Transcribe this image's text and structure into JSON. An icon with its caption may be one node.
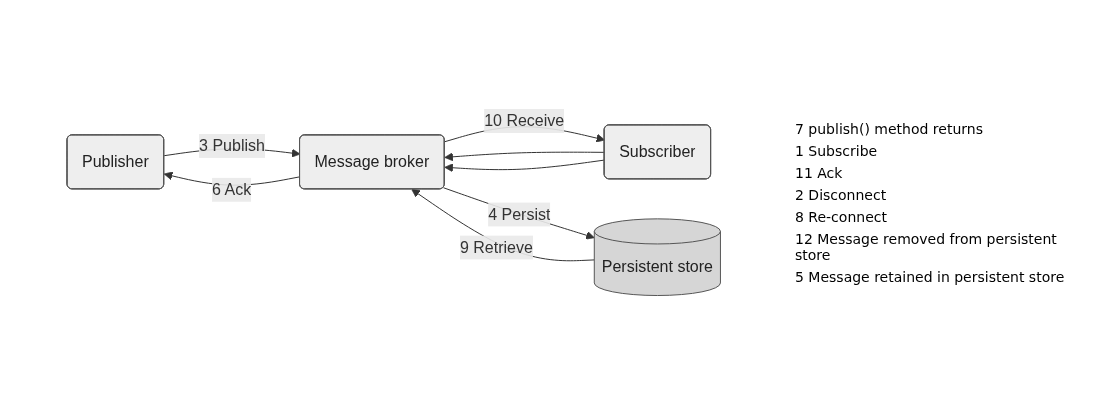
{
  "diagram": {
    "nodes": [
      {
        "text": [
          "Publisher"
        ]
      },
      {
        "text": [
          "Message broker"
        ]
      },
      {
        "text": [
          "Subscriber"
        ]
      },
      {
        "text": [
          "Persistent store"
        ]
      }
    ],
    "edges": [
      {
        "from": 0,
        "to": 1,
        "arrow": "to",
        "label": "3 Publish"
      },
      {
        "from": 1,
        "to": 0,
        "arrow": "to",
        "label": "6 Ack"
      },
      {
        "from": 1,
        "to": 2,
        "arrow": "to",
        "label": "10 Receive"
      },
      {
        "from": 2,
        "to": 1,
        "arrow": "to"
      },
      {
        "from": 2,
        "to": 1,
        "arrow": "to"
      },
      {
        "from": 1,
        "to": 3,
        "arrow": "to",
        "label": "4 Persist"
      },
      {
        "from": 3,
        "to": 1,
        "arrow": "to",
        "label": "9 Retrieve"
      }
    ],
    "labels": [
      "7 publish() method returns",
      "1 Subscribe",
      "11 Ack",
      "2 Disconnect",
      "8 Re-connect",
      "12 Message removed from persistent store",
      "5 Message retained in persistent store"
    ]
  }
}
